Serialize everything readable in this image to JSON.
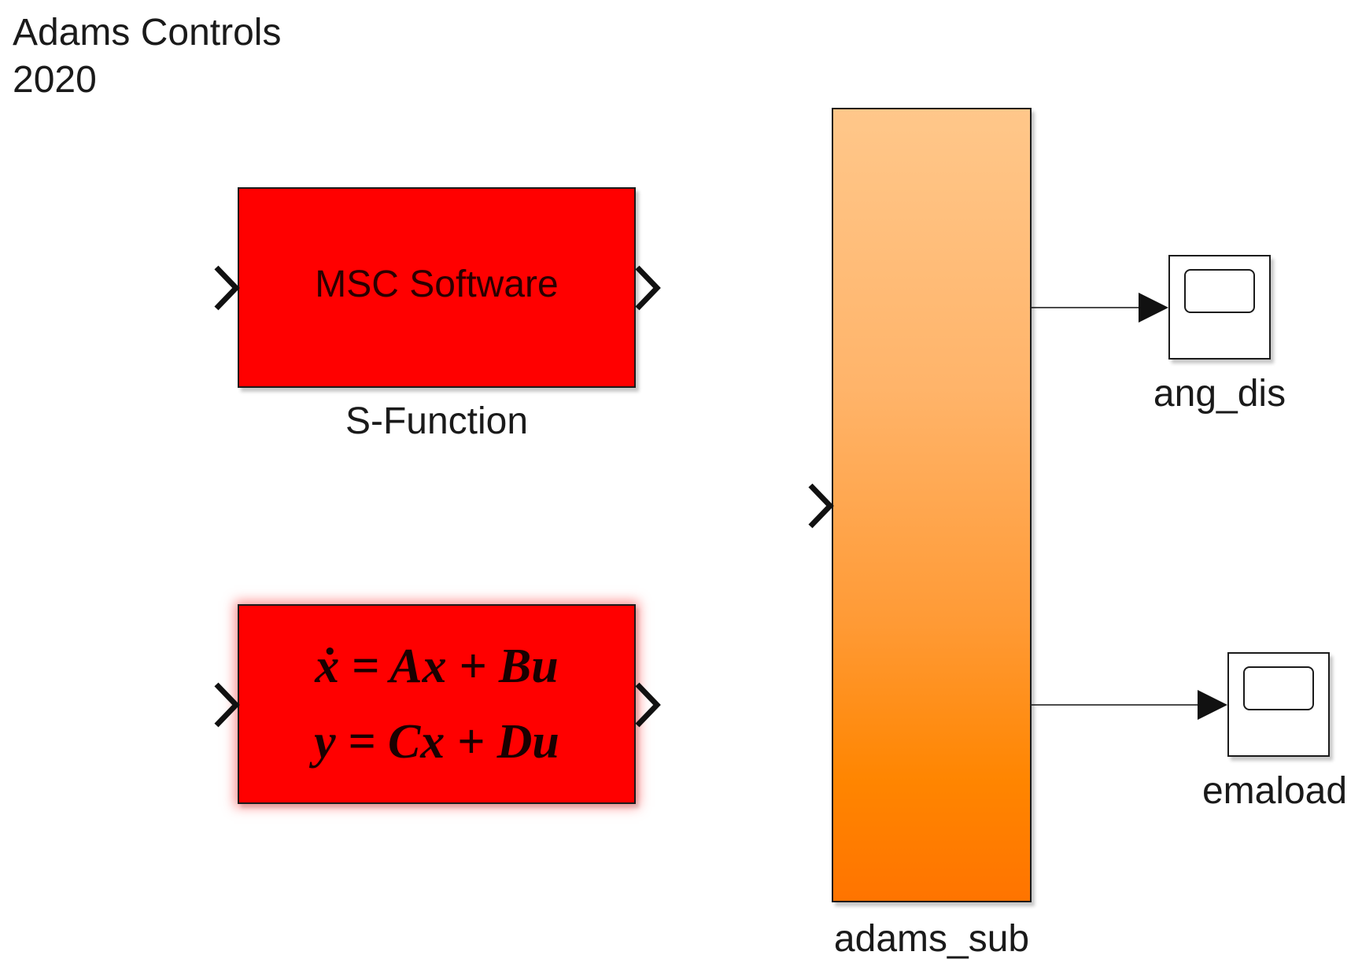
{
  "title": {
    "line1": "Adams Controls",
    "line2": "2020"
  },
  "blocks": {
    "sfunction": {
      "content": "MSC Software",
      "label": "S-Function"
    },
    "state_space": {
      "equation1": "ẋ = Ax + Bu",
      "equation2": "y = Cx + Du"
    },
    "subsystem": {
      "label": "adams_sub"
    },
    "scope1": {
      "label": "ang_dis"
    },
    "scope2": {
      "label": "emaload"
    }
  },
  "colors": {
    "block_red": "#ff0000",
    "subsystem_top": "#ffc78a",
    "subsystem_bottom": "#ff7400",
    "wire": "#111111"
  }
}
